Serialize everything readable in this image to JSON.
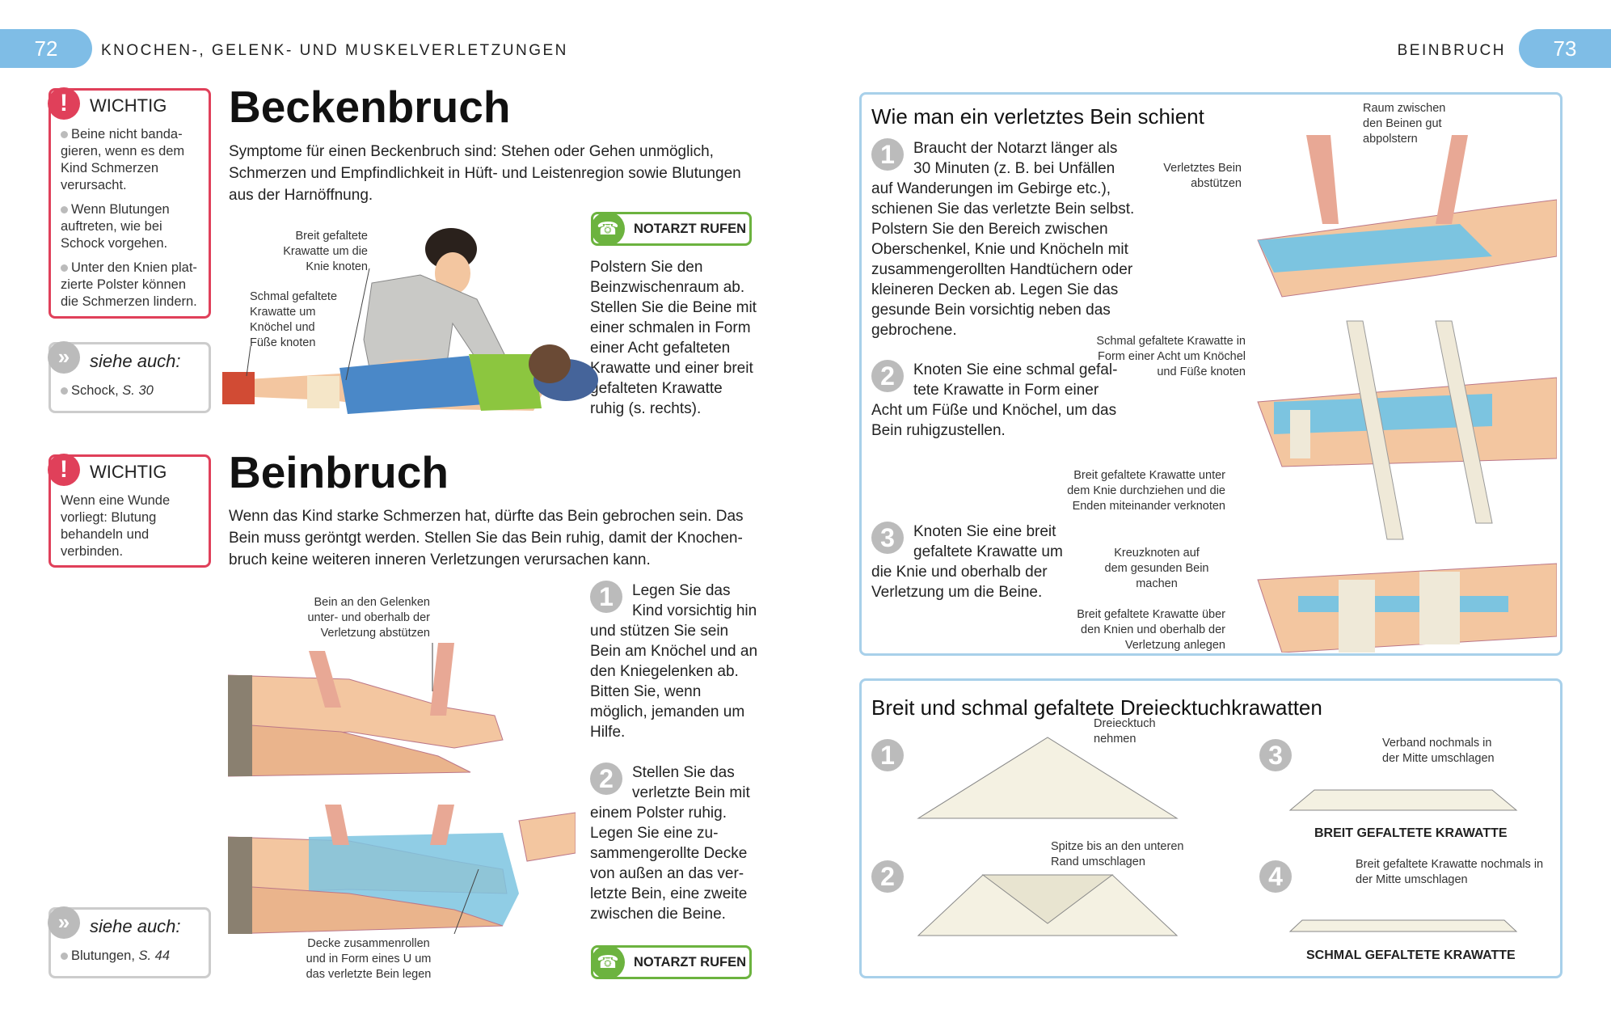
{
  "header": {
    "left_page": "72",
    "left_title": "KNOCHEN-, GELENK- UND MUSKELVERLETZUNGEN",
    "right_title": "BEINBRUCH",
    "right_page": "73"
  },
  "colors": {
    "tab": "#7fbde6",
    "warning": "#e0405a",
    "call": "#6cb33f",
    "panel_border": "#a8d0ea"
  },
  "wichtig1": {
    "title": "WICHTIG",
    "items": [
      "Beine nicht banda-gieren, wenn es dem Kind Schmerzen verursacht.",
      "Wenn Blutungen auftreten, wie bei Schock vorgehen.",
      "Unter den Knien plat-zierte Polster können die Schmerzen lindern."
    ]
  },
  "siehe1": {
    "title": "siehe auch:",
    "item_text": "Schock, ",
    "item_page": "S. 30"
  },
  "wichtig2": {
    "title": "WICHTIG",
    "text": "Wenn eine Wunde vorliegt: Blutung behandeln und verbinden."
  },
  "siehe2": {
    "title": "siehe auch:",
    "item_text": "Blutungen, ",
    "item_page": "S. 44"
  },
  "becken": {
    "title": "Beckenbruch",
    "intro": "Symptome für einen Beckenbruch sind: Stehen oder Gehen unmöglich, Schmerzen und Empfindlichkeit in Hüft- und Leistenregion sowie Blutungen aus der Harnöffnung.",
    "call_label": "NOTARZT RUFEN",
    "text": "Polstern Sie den Beinzwischenraum ab. Stellen Sie die Beine mit einer schmalen in Form einer Acht gefalteten Krawatte und einer breit gefalteten Krawatte ruhig (s. rechts).",
    "cap1": "Breit gefaltete Krawatte um die Knie knoten",
    "cap2": "Schmal gefaltete Krawatte um Knöchel und Füße knoten"
  },
  "bein": {
    "title": "Beinbruch",
    "intro": "Wenn das Kind starke Schmerzen hat, dürfte das Bein gebrochen sein. Das Bein muss geröntgt werden. Stellen Sie das Bein ruhig, damit der Knochen-bruch keine weiteren inneren Verletzungen verursachen kann.",
    "steps": [
      {
        "n": "1",
        "text": "Legen Sie das Kind vorsichtig hin und stützen Sie sein Bein am Knöchel und an den Kniegelenken ab. Bitten Sie, wenn möglich, jemanden um Hilfe."
      },
      {
        "n": "2",
        "text": "Stellen Sie das verletzte Bein mit einem Polster ruhig. Legen Sie eine zu-sammengerollte Decke von außen an das ver-letzte Bein, eine zweite zwischen die Beine."
      }
    ],
    "cap1": "Bein an den Gelenken unter- und oberhalb der Verletzung abstützen",
    "cap2": "Decke zusammenrollen und in Form eines U um das verletzte Bein legen",
    "call_label": "NOTARZT RUFEN"
  },
  "schiene": {
    "title": "Wie man ein verletztes Bein schient",
    "steps": [
      {
        "n": "1",
        "text": "Braucht der Notarzt länger als 30 Minuten (z. B. bei Unfällen auf Wanderungen im Gebirge etc.), schienen Sie das verletzte Bein selbst. Polstern Sie den Bereich zwischen Oberschenkel, Knie und Knöcheln mit zusammengerollten Handtüchern oder kleineren Decken ab. Legen Sie das gesunde Bein vorsichtig neben das gebrochene."
      },
      {
        "n": "2",
        "text": "Knoten Sie eine schmal gefal-tete Krawatte in Form einer Acht um Füße und Knöchel, um das Bein ruhigzustellen."
      },
      {
        "n": "3",
        "text": "Knoten Sie eine breit gefaltete Krawatte um die Knie und oberhalb der Verletzung um die Beine."
      }
    ],
    "captions": [
      "Raum zwischen den Beinen gut abpolstern",
      "Verletztes Bein abstützen",
      "Schmal gefaltete Krawatte in Form einer Acht um Knöchel und Füße knoten",
      "Breit gefaltete Krawatte unter dem Knie durchziehen und die Enden miteinander verknoten",
      "Kreuzknoten auf dem gesunden Bein machen",
      "Breit gefaltete Krawatte über den Knien und oberhalb der Verletzung anlegen"
    ]
  },
  "krawatten": {
    "title": "Breit und schmal gefaltete Dreiecktuchkrawatten",
    "steps": [
      {
        "n": "1",
        "text": "Dreiecktuch nehmen"
      },
      {
        "n": "2",
        "text": "Spitze bis an den unteren Rand umschlagen"
      },
      {
        "n": "3",
        "text": "Verband nochmals in der Mitte umschlagen"
      },
      {
        "n": "4",
        "text": "Breit gefaltete Krawatte nochmals in der Mitte umschlagen"
      }
    ],
    "label_broad": "BREIT GEFALTETE KRAWATTE",
    "label_narrow": "SCHMAL GEFALTETE KRAWATTE"
  }
}
